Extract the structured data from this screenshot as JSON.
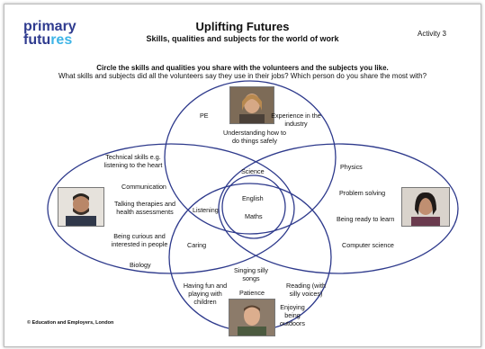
{
  "logo": {
    "line1": "primary",
    "line2a": "futu",
    "line2b": "res"
  },
  "title": "Uplifting Futures",
  "subtitle": "Skills, qualities and subjects for the world of work",
  "activity": "Activity 3",
  "instruction_bold": "Circle the skills and qualities you share with the volunteers and the subjects you like.",
  "instruction": "What skills and subjects did all the volunteers say they use in their jobs? Which person do you share the most with?",
  "venn": {
    "top": [
      "PE",
      "Experience in the industry",
      "Understanding how to do things safely"
    ],
    "left": [
      "Technical skills e.g. listening to the heart",
      "Communication",
      "Talking therapies and health assessments",
      "Being curious and interested in people",
      "Biology"
    ],
    "right": [
      "Physics",
      "Problem solving",
      "Being ready to learn",
      "Computer science"
    ],
    "bottom": [
      "Singing silly songs",
      "Having fun and playing with children",
      "Patience",
      "Reading (with silly voices)",
      "Enjoying being outdoors"
    ],
    "top_left_right": "Science",
    "left_top_bottom": "Listening",
    "left_bottom": "Caring",
    "center": [
      "English",
      "Maths"
    ]
  },
  "copyright": "© Education and Employers, London",
  "colors": {
    "outline": "#2e3a8c",
    "logo_dark": "#2f3b8f",
    "logo_light": "#3db4e6"
  }
}
